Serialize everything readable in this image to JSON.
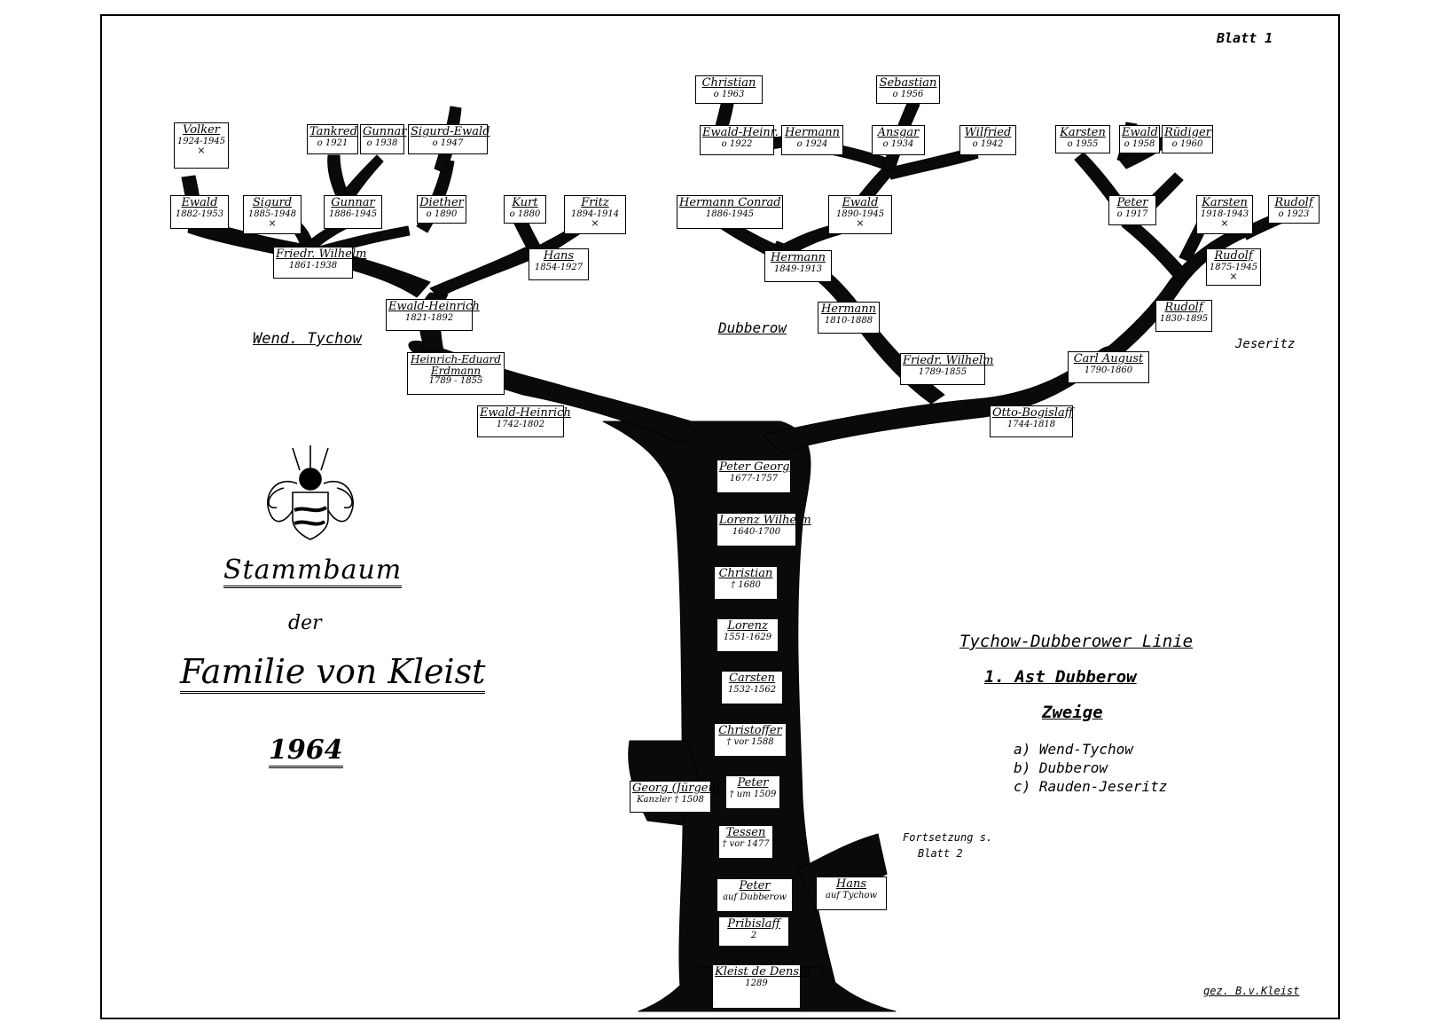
{
  "sheet": "Blatt 1",
  "title": {
    "line1": "Stammbaum",
    "line2": "der",
    "line3": "Familie von Kleist",
    "year": "1964"
  },
  "legend": {
    "line": "Tychow-Dubberower Linie",
    "branch": "1. Ast Dubberow",
    "twigs": "Zweige",
    "items": [
      "a) Wend-Tychow",
      "b) Dubberow",
      "c) Rauden-Jeseritz"
    ]
  },
  "branch_labels": {
    "wend_tychow": "Wend. Tychow",
    "dubberow": "Dubberow",
    "jeseritz": "Jeseritz"
  },
  "continuation": {
    "line1": "Fortsetzung s.",
    "line2": "Blatt 2"
  },
  "signature": "gez. B.v.Kleist",
  "colors": {
    "ink": "#000000",
    "paper": "#ffffff"
  },
  "nodes": {
    "kleist_de_densin": {
      "name": "Kleist de Densin",
      "years": "1289"
    },
    "pribislaff": {
      "name": "Pribislaff",
      "years": "2"
    },
    "peter_auf_dubberow": {
      "name": "Peter",
      "years": "auf Dubberow"
    },
    "hans_auf_tychow": {
      "name": "Hans",
      "years": "auf Tychow"
    },
    "tessen": {
      "name": "Tessen",
      "years": "† vor 1477"
    },
    "peter_1509": {
      "name": "Peter",
      "years": "† um 1509"
    },
    "georg_juergen": {
      "name": "Georg (Jürgen)",
      "years": "Kanzler † 1508"
    },
    "christoffer": {
      "name": "Christoffer",
      "years": "† vor 1588"
    },
    "carsten_1532": {
      "name": "Carsten",
      "years": "1532-1562"
    },
    "lorenz_1551": {
      "name": "Lorenz",
      "years": "1551-1629"
    },
    "christian_1680": {
      "name": "Christian",
      "years": "† 1680"
    },
    "lorenz_wilhelm": {
      "name": "Lorenz Wilhelm",
      "years": "1640-1700"
    },
    "peter_georg": {
      "name": "Peter Georg",
      "years": "1677-1757"
    },
    "ewald_heinrich_1742": {
      "name": "Ewald-Heinrich",
      "years": "1742-1802"
    },
    "heinrich_eduard": {
      "name": "Heinrich-Eduard Erdmann",
      "years": "1789 - 1855"
    },
    "ewald_heinrich_1821": {
      "name": "Ewald-Heinrich",
      "years": "1821-1892"
    },
    "friedr_wilhelm_1861": {
      "name": "Friedr. Wilhelm",
      "years": "1861-1938"
    },
    "hans_1854": {
      "name": "Hans",
      "years": "1854-1927"
    },
    "ewald_1882": {
      "name": "Ewald",
      "years": "1882-1953"
    },
    "sigurd_1885": {
      "name": "Sigurd",
      "years": "1885-1948"
    },
    "gunnar_1886": {
      "name": "Gunnar",
      "years": "1886-1945"
    },
    "diether_1890": {
      "name": "Diether",
      "years": "o 1890"
    },
    "kurt_1880": {
      "name": "Kurt",
      "years": "o 1880"
    },
    "fritz_1894": {
      "name": "Fritz",
      "years": "1894-1914"
    },
    "volker": {
      "name": "Volker",
      "years": "1924-1945"
    },
    "tankred": {
      "name": "Tankred",
      "years": "o 1921"
    },
    "gunnar_1938": {
      "name": "Gunnar",
      "years": "o 1938"
    },
    "sigurd_ewald": {
      "name": "Sigurd-Ewald",
      "years": "o 1947"
    },
    "otto_bogislaff": {
      "name": "Otto-Bogislaff",
      "years": "1744-1818"
    },
    "friedr_wilhelm_1789": {
      "name": "Friedr. Wilhelm",
      "years": "1789-1855"
    },
    "carl_august": {
      "name": "Carl August",
      "years": "1790-1860"
    },
    "hermann_1810": {
      "name": "Hermann",
      "years": "1810-1888"
    },
    "hermann_1849": {
      "name": "Hermann",
      "years": "1849-1913"
    },
    "hermann_conrad": {
      "name": "Hermann Conrad",
      "years": "1886-1945"
    },
    "ewald_1890": {
      "name": "Ewald",
      "years": "1890-1945"
    },
    "christian_1963": {
      "name": "Christian",
      "years": "o 1963"
    },
    "ewald_heinr_1922": {
      "name": "Ewald-Heinr.",
      "years": "o 1922"
    },
    "hermann_1924": {
      "name": "Hermann",
      "years": "o 1924"
    },
    "sebastian": {
      "name": "Sebastian",
      "years": "o 1956"
    },
    "ansgar": {
      "name": "Ansgar",
      "years": "o 1934"
    },
    "wilfried": {
      "name": "Wilfried",
      "years": "o 1942"
    },
    "rudolf_1830": {
      "name": "Rudolf",
      "years": "1830-1895"
    },
    "rudolf_1875": {
      "name": "Rudolf",
      "years": "1875-1945"
    },
    "peter_1917": {
      "name": "Peter",
      "years": "o 1917"
    },
    "karsten_1918": {
      "name": "Karsten",
      "years": "1918-1943"
    },
    "rudolf_1923": {
      "name": "Rudolf",
      "years": "o 1923"
    },
    "karsten_1955": {
      "name": "Karsten",
      "years": "o 1955"
    },
    "ewald_1958": {
      "name": "Ewald",
      "years": "o 1958"
    },
    "ruediger": {
      "name": "Rüdiger",
      "years": "o 1960"
    }
  }
}
